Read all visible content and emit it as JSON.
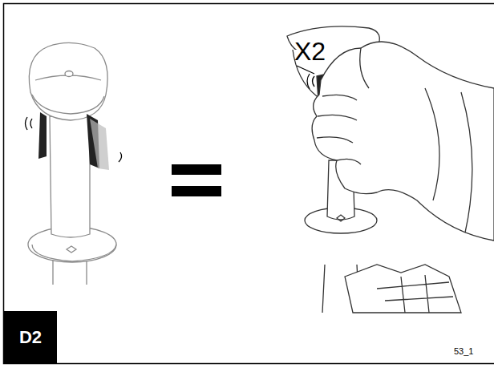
{
  "diagram": {
    "nodes": [
      {
        "text": [
          "D2"
        ]
      }
    ],
    "labels": [
      "X2",
      "53_1"
    ]
  }
}
